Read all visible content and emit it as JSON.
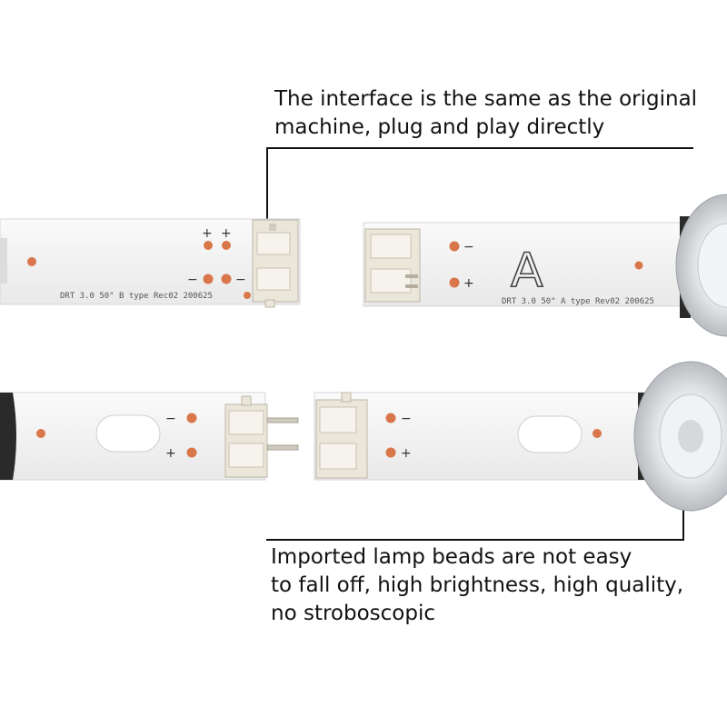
{
  "captions": {
    "top_line1": "The interface is the same as the original",
    "top_line2": "machine, plug and play directly",
    "bottom_line1": "Imported lamp beads are not easy",
    "bottom_line2": "to fall off, high brightness, high quality,",
    "bottom_line3": "no stroboscopic"
  },
  "strips": {
    "b_type_label": "DRT 3.0 50\" B type Rec02 200625",
    "a_type_label": "DRT 3.0 50\" A type Rev02 200625",
    "a_mark": "A",
    "plus": "+",
    "minus": "−"
  },
  "colors": {
    "pad": "#d9764a",
    "strip": "#f4f4f4",
    "connector": "#ebe6da"
  }
}
